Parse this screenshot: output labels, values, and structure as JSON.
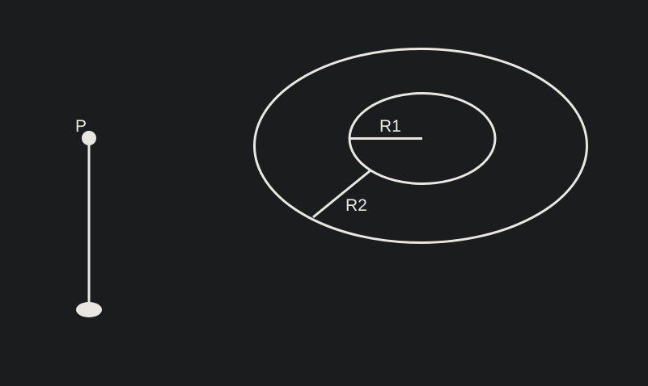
{
  "colors": {
    "background": "#1b1c1d",
    "stroke": "#e9e7e2"
  },
  "labels": {
    "point": "P",
    "inner_radius": "R1",
    "outer_radius": "R2"
  }
}
